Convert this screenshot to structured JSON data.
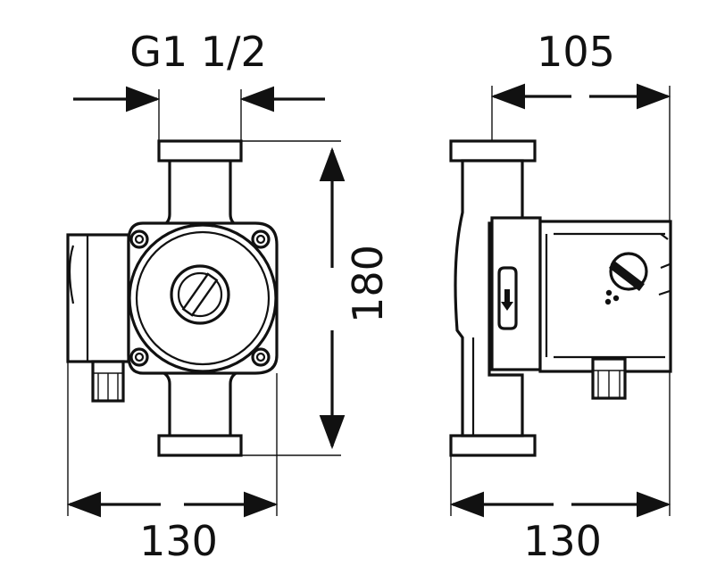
{
  "dimensions": {
    "thread_size": "G1 1/2",
    "depth_side": "105",
    "height_front": "180",
    "width_front": "130",
    "width_side": "130"
  },
  "colors": {
    "ink": "#111111",
    "background": "#ffffff"
  }
}
